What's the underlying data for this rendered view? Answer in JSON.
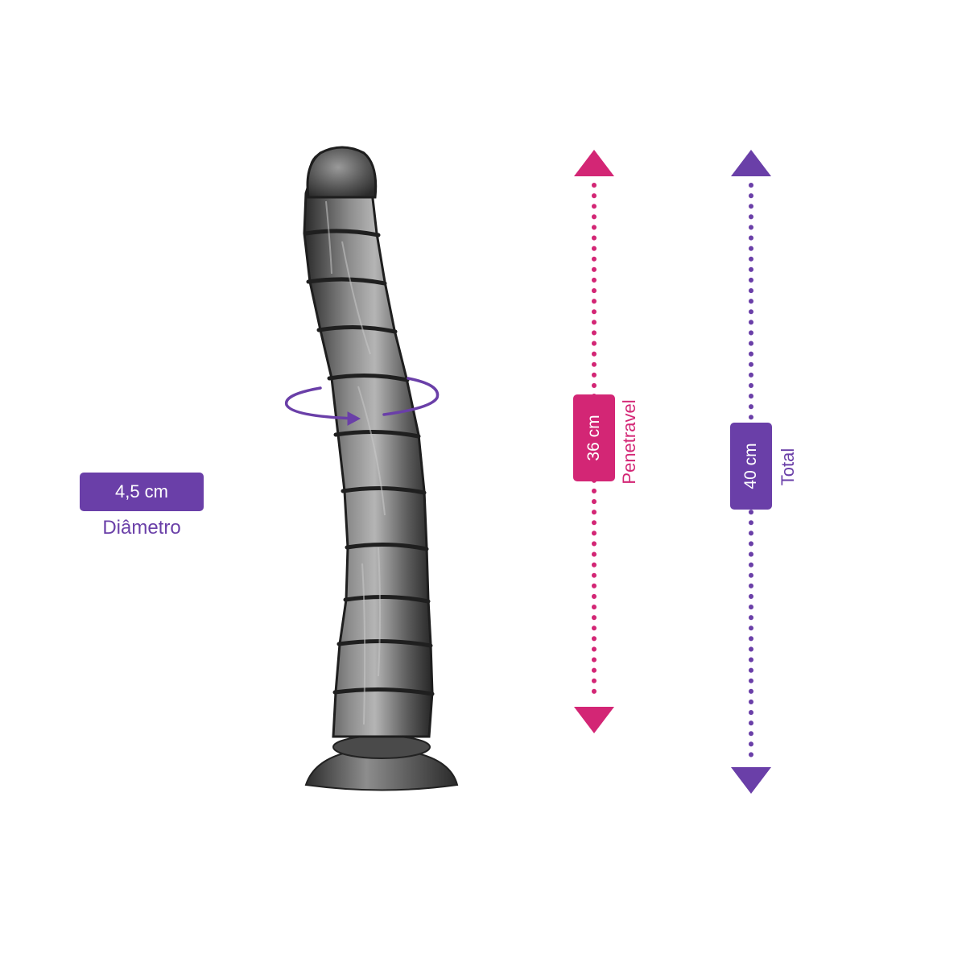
{
  "colors": {
    "purple": "#6a3fa8",
    "magenta": "#d32675",
    "product_dark": "#3a3a3a",
    "product_light": "#8a8a8a"
  },
  "diameter": {
    "value": "4,5 cm",
    "label": "Diâmetro",
    "icon": "rotation-arrow-icon"
  },
  "penetrable": {
    "value": "36 cm",
    "label": "Penetravel",
    "icon": "double-arrow-icon"
  },
  "total": {
    "value": "40 cm",
    "label": "Total",
    "icon": "double-arrow-icon"
  }
}
